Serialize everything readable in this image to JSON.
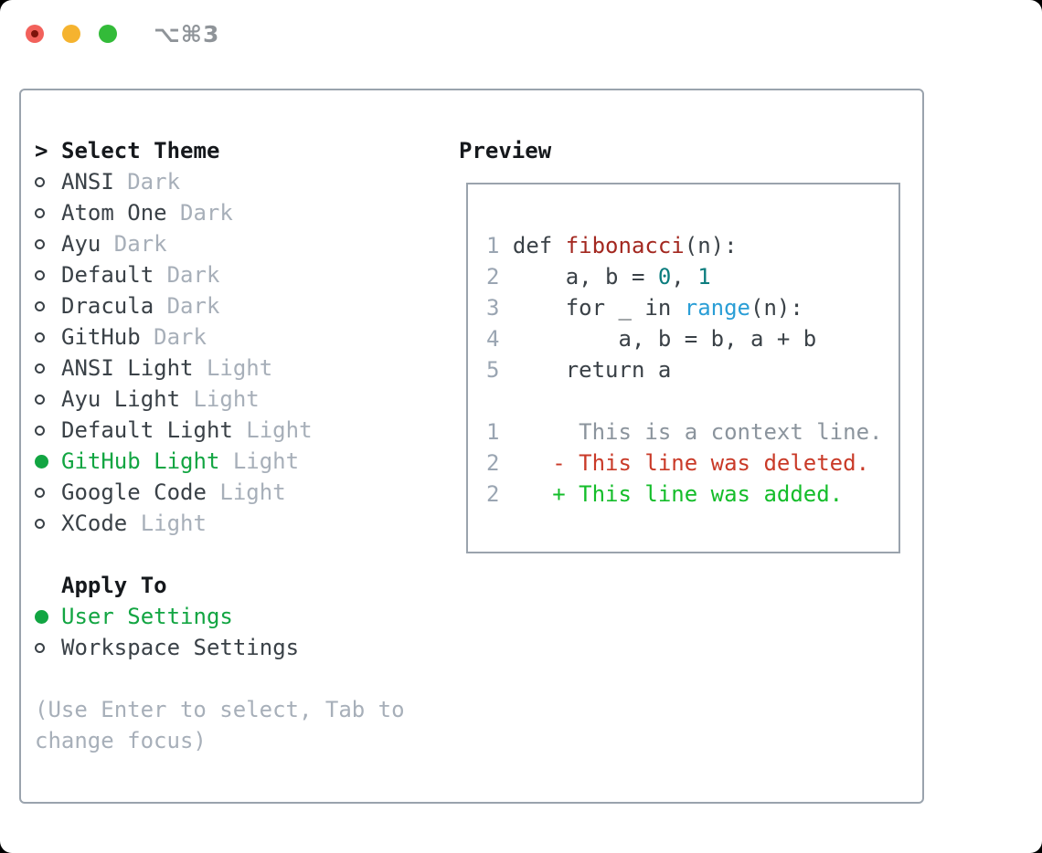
{
  "colors": {
    "window_bg": "#ffffff",
    "outside_bg": "#000000",
    "border": "#9aa3ad",
    "heading": "#15181c",
    "text": "#3a4147",
    "muted": "#a7afb9",
    "lineno": "#9aa5b2",
    "context": "#8b949d",
    "green": "#12a542",
    "added": "#14bd2a",
    "deleted": "#c93a28",
    "func": "#a32820",
    "number": "#0c7d7e",
    "builtin": "#2a9ed6",
    "traffic_red": "#f2615b",
    "traffic_red_dot": "#7d130b",
    "traffic_yellow": "#f5b32f",
    "traffic_green": "#33bb39",
    "title_text": "#8f9499"
  },
  "titlebar": {
    "title": "⌥⌘3",
    "buttons": [
      "close",
      "minimize",
      "zoom"
    ]
  },
  "icons": {
    "radio_unselected": "circle-outline",
    "radio_selected": "circle-filled-green",
    "prompt": ">"
  },
  "left": {
    "prompt": ">",
    "title": "Select Theme",
    "themes": [
      {
        "name": "ANSI",
        "variant": "Dark",
        "selected": false
      },
      {
        "name": "Atom One",
        "variant": "Dark",
        "selected": false
      },
      {
        "name": "Ayu",
        "variant": "Dark",
        "selected": false
      },
      {
        "name": "Default",
        "variant": "Dark",
        "selected": false
      },
      {
        "name": "Dracula",
        "variant": "Dark",
        "selected": false
      },
      {
        "name": "GitHub",
        "variant": "Dark",
        "selected": false
      },
      {
        "name": "ANSI Light",
        "variant": "Light",
        "selected": false
      },
      {
        "name": "Ayu Light",
        "variant": "Light",
        "selected": false
      },
      {
        "name": "Default Light",
        "variant": "Light",
        "selected": false
      },
      {
        "name": "GitHub Light",
        "variant": "Light",
        "selected": true
      },
      {
        "name": "Google Code",
        "variant": "Light",
        "selected": false
      },
      {
        "name": "XCode",
        "variant": "Light",
        "selected": false
      }
    ],
    "apply_to": {
      "title": "Apply To",
      "options": [
        {
          "label": "User Settings",
          "selected": true
        },
        {
          "label": "Workspace Settings",
          "selected": false
        }
      ]
    },
    "hint_lines": [
      "(Use Enter to select, Tab to",
      "change focus)"
    ]
  },
  "preview": {
    "title": "Preview",
    "code_lines": [
      {
        "tokens": [
          {
            "t": "1",
            "c": "lineno"
          },
          {
            "t": " def ",
            "c": "code"
          },
          {
            "t": "fibonacci",
            "c": "func"
          },
          {
            "t": "(n):",
            "c": "code"
          }
        ]
      },
      {
        "tokens": [
          {
            "t": "2",
            "c": "lineno"
          },
          {
            "t": "     a, b = ",
            "c": "code"
          },
          {
            "t": "0",
            "c": "num"
          },
          {
            "t": ", ",
            "c": "code"
          },
          {
            "t": "1",
            "c": "num"
          }
        ]
      },
      {
        "tokens": [
          {
            "t": "3",
            "c": "lineno"
          },
          {
            "t": "     for _ in ",
            "c": "code"
          },
          {
            "t": "range",
            "c": "builtin"
          },
          {
            "t": "(n):",
            "c": "code"
          }
        ]
      },
      {
        "tokens": [
          {
            "t": "4",
            "c": "lineno"
          },
          {
            "t": "         a, b = b, a + b",
            "c": "code"
          }
        ]
      },
      {
        "tokens": [
          {
            "t": "5",
            "c": "lineno"
          },
          {
            "t": "     return a",
            "c": "code"
          }
        ]
      },
      {
        "tokens": []
      },
      {
        "tokens": [
          {
            "t": "1",
            "c": "lineno"
          },
          {
            "t": "      This is a context line.",
            "c": "context"
          }
        ]
      },
      {
        "tokens": [
          {
            "t": "2",
            "c": "lineno"
          },
          {
            "t": "    ",
            "c": "code"
          },
          {
            "t": "- This line was deleted.",
            "c": "deleted"
          }
        ]
      },
      {
        "tokens": [
          {
            "t": "2",
            "c": "lineno"
          },
          {
            "t": "    ",
            "c": "code"
          },
          {
            "t": "+ This line was added.",
            "c": "added"
          }
        ]
      }
    ]
  }
}
